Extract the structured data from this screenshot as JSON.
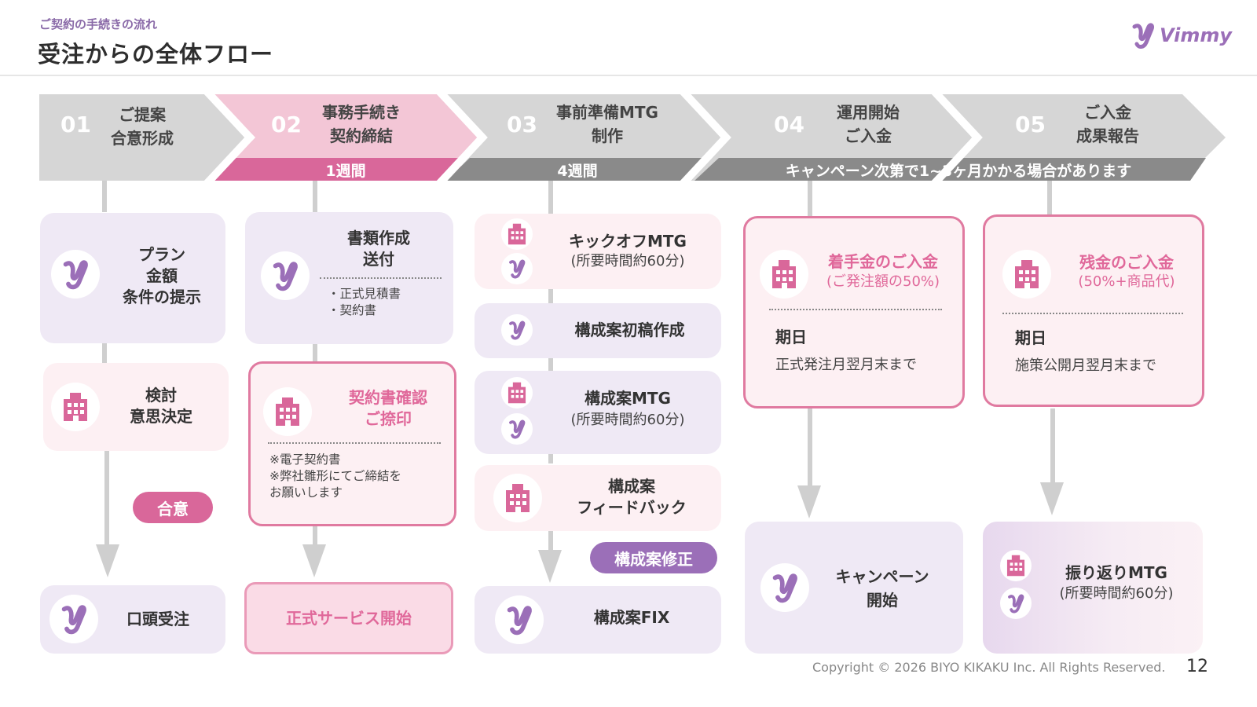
{
  "header": {
    "subtitle": "ご契約の手続きの流れ",
    "title": "受注からの全体フロー",
    "logo": "Vimmy"
  },
  "phases": [
    {
      "num": "01",
      "label_line1": "ご提案",
      "label_line2": "合意形成"
    },
    {
      "num": "02",
      "label_line1": "事務手続き",
      "label_line2": "契約締結"
    },
    {
      "num": "03",
      "label_line1": "事前準備MTG",
      "label_line2": "制作"
    },
    {
      "num": "04",
      "label_line1": "運用開始",
      "label_line2": "ご入金"
    },
    {
      "num": "05",
      "label_line1": "ご入金",
      "label_line2": "成果報告"
    }
  ],
  "bands": {
    "b2": "1週間",
    "b3": "4週間",
    "b45": "キャンペーン次第で1~3ヶ月かかる場合があります"
  },
  "col1": {
    "card1": [
      "プラン",
      "金額",
      "条件の提示"
    ],
    "card2": [
      "検討",
      "意思決定"
    ],
    "pill": "合意",
    "card3": "口頭受注"
  },
  "col2": {
    "card1": {
      "title1": "書類作成",
      "title2": "送付",
      "items": [
        "・正式見積書",
        "・契約書"
      ]
    },
    "card2": {
      "title1": "契約書確認",
      "title2": "ご捺印",
      "notes": [
        "※電子契約書",
        "※弊社雛形にてご締結を",
        "お願いします"
      ]
    },
    "card3": "正式サービス開始"
  },
  "col3": {
    "card1": {
      "title": "キックオフMTG",
      "sub": "(所要時間約60分)"
    },
    "card2": "構成案初稿作成",
    "card3": {
      "title": "構成案MTG",
      "sub": "(所要時間約60分)"
    },
    "card4": [
      "構成案",
      "フィードバック"
    ],
    "pill": "構成案修正",
    "card5": "構成案FIX"
  },
  "col4": {
    "card1": {
      "title": "着手金のご入金",
      "sub": "(ご発注額の50%)",
      "due_label": "期日",
      "due": "正式発注月翌月末まで"
    },
    "card2": [
      "キャンペーン",
      "開始"
    ]
  },
  "col5": {
    "card1": {
      "title": "残金のご入金",
      "sub": "(50%+商品代)",
      "due_label": "期日",
      "due": "施策公開月翌月末まで"
    },
    "card2": {
      "title": "振り返りMTG",
      "sub": "(所要時間約60分)"
    }
  },
  "footer": {
    "copyright": "Copyright © 2026 BIYO KIKAKU Inc. All Rights Reserved.",
    "page": "12"
  },
  "colors": {
    "purple": "#9b6fb8",
    "pink": "#d9679a",
    "gray_chevron": "#d4d4d4",
    "dark_band": "#8a8a8a"
  }
}
